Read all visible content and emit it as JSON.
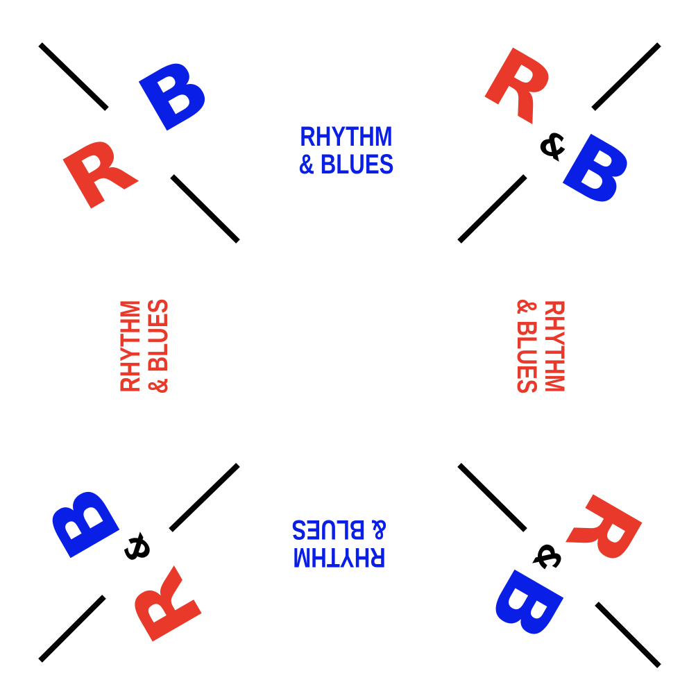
{
  "colors": {
    "red": "#e8392a",
    "blue": "#0a1fe6",
    "black": "#000000",
    "background": "#ffffff"
  },
  "monogram": {
    "r": "R",
    "b": "B",
    "amp": "&"
  },
  "wordmark": {
    "line1": "RHYTHM",
    "line2": "& BLUES"
  }
}
